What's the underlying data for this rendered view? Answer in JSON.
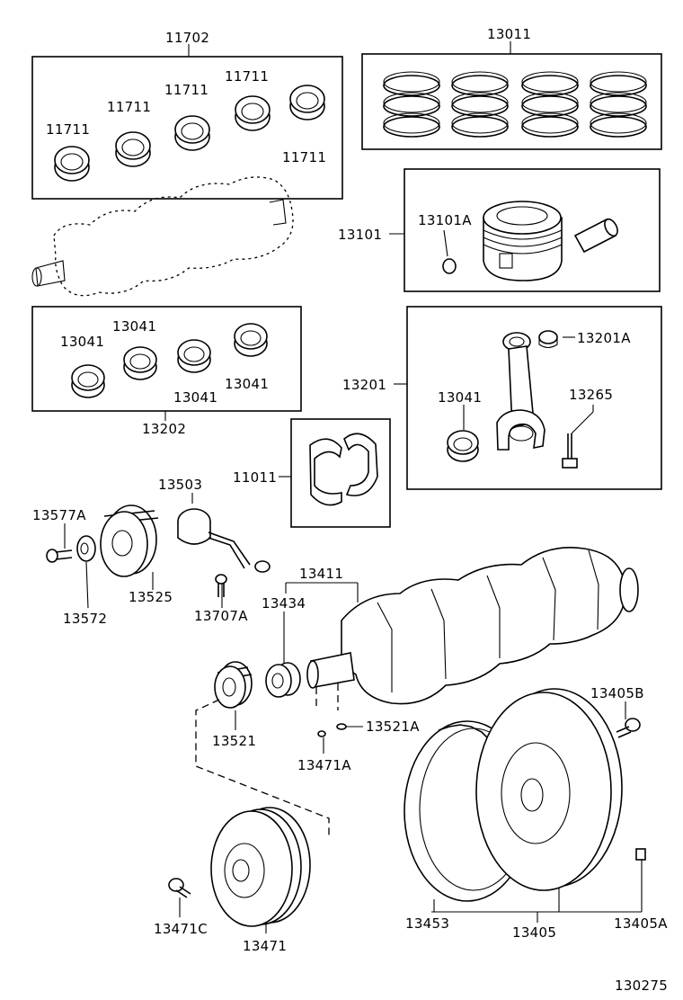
{
  "diagram_number": "130275",
  "labels": {
    "l11702": "11702",
    "l13011": "13011",
    "l11711a": "11711",
    "l11711b": "11711",
    "l11711c": "11711",
    "l11711d": "11711",
    "l11711e": "11711",
    "l13101": "13101",
    "l13101A": "13101A",
    "l13041a": "13041",
    "l13041b": "13041",
    "l13041c": "13041",
    "l13041d": "13041",
    "l13041e": "13041",
    "l13202": "13202",
    "l13201": "13201",
    "l13201A": "13201A",
    "l13265": "13265",
    "l11011": "11011",
    "l13503": "13503",
    "l13577A": "13577A",
    "l13525": "13525",
    "l13572": "13572",
    "l13707A": "13707A",
    "l13411": "13411",
    "l13434": "13434",
    "l13521": "13521",
    "l13521A": "13521A",
    "l13471A": "13471A",
    "l13405B": "13405B",
    "l13471C": "13471C",
    "l13471": "13471",
    "l13453": "13453",
    "l13405": "13405",
    "l13405A": "13405A"
  }
}
